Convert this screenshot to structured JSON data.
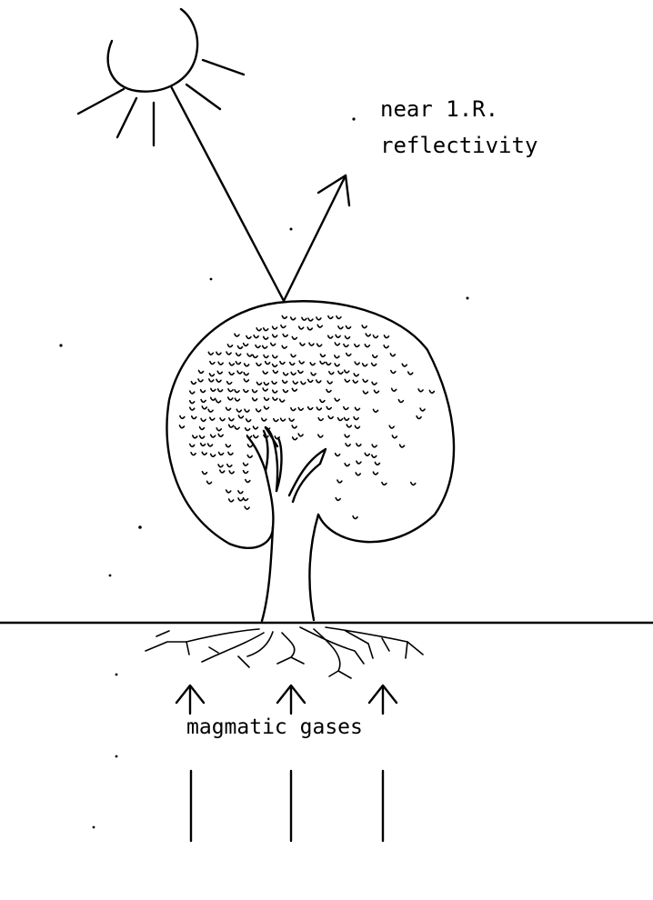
{
  "labels": {
    "reflectivity_line1": "near 1.R.",
    "reflectivity_line2": "reflectivity",
    "gases": "magmatic gases"
  }
}
